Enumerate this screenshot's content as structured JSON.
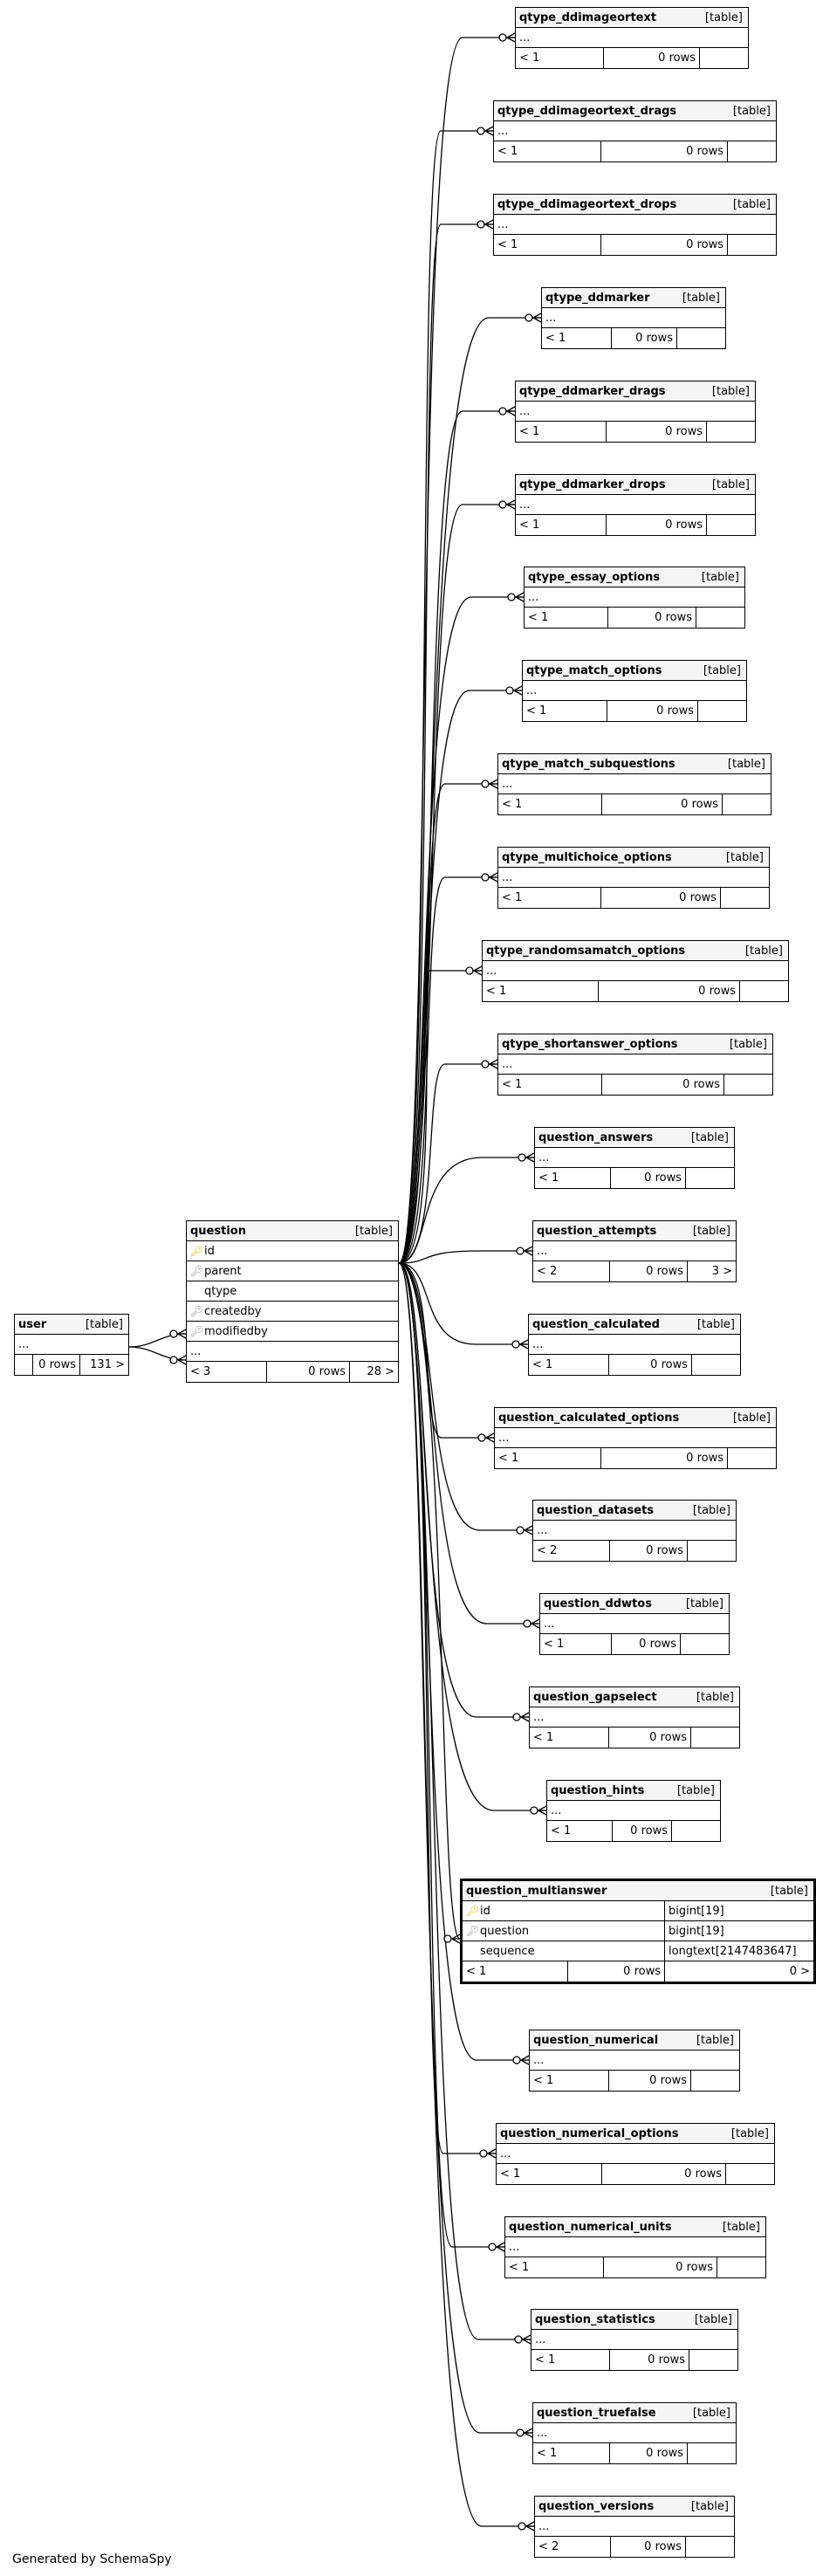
{
  "footer": "Generated by SchemaSpy",
  "type_label": "[table]",
  "ellipsis": "...",
  "user": {
    "name": "user",
    "rows": "0 rows",
    "children": "131 >"
  },
  "question": {
    "name": "question",
    "columns": [
      "id",
      "parent",
      "qtype",
      "createdby",
      "modifiedby"
    ],
    "parents": "< 3",
    "rows": "0 rows",
    "children": "28 >"
  },
  "multianswer": {
    "name": "question_multianswer",
    "columns": [
      {
        "name": "id",
        "type": "bigint[19]"
      },
      {
        "name": "question",
        "type": "bigint[19]"
      },
      {
        "name": "sequence",
        "type": "longtext[2147483647]"
      }
    ],
    "parents": "< 1",
    "rows": "0 rows",
    "children": "0 >"
  },
  "children": [
    {
      "name": "qtype_ddimageortext",
      "parents": "< 1",
      "rows": "0 rows",
      "children": ""
    },
    {
      "name": "qtype_ddimageortext_drags",
      "parents": "< 1",
      "rows": "0 rows",
      "children": ""
    },
    {
      "name": "qtype_ddimageortext_drops",
      "parents": "< 1",
      "rows": "0 rows",
      "children": ""
    },
    {
      "name": "qtype_ddmarker",
      "parents": "< 1",
      "rows": "0 rows",
      "children": ""
    },
    {
      "name": "qtype_ddmarker_drags",
      "parents": "< 1",
      "rows": "0 rows",
      "children": ""
    },
    {
      "name": "qtype_ddmarker_drops",
      "parents": "< 1",
      "rows": "0 rows",
      "children": ""
    },
    {
      "name": "qtype_essay_options",
      "parents": "< 1",
      "rows": "0 rows",
      "children": ""
    },
    {
      "name": "qtype_match_options",
      "parents": "< 1",
      "rows": "0 rows",
      "children": ""
    },
    {
      "name": "qtype_match_subquestions",
      "parents": "< 1",
      "rows": "0 rows",
      "children": ""
    },
    {
      "name": "qtype_multichoice_options",
      "parents": "< 1",
      "rows": "0 rows",
      "children": ""
    },
    {
      "name": "qtype_randomsamatch_options",
      "parents": "< 1",
      "rows": "0 rows",
      "children": ""
    },
    {
      "name": "qtype_shortanswer_options",
      "parents": "< 1",
      "rows": "0 rows",
      "children": ""
    },
    {
      "name": "question_answers",
      "parents": "< 1",
      "rows": "0 rows",
      "children": ""
    },
    {
      "name": "question_attempts",
      "parents": "< 2",
      "rows": "0 rows",
      "children": "3 >"
    },
    {
      "name": "question_calculated",
      "parents": "< 1",
      "rows": "0 rows",
      "children": ""
    },
    {
      "name": "question_calculated_options",
      "parents": "< 1",
      "rows": "0 rows",
      "children": ""
    },
    {
      "name": "question_datasets",
      "parents": "< 2",
      "rows": "0 rows",
      "children": ""
    },
    {
      "name": "question_ddwtos",
      "parents": "< 1",
      "rows": "0 rows",
      "children": ""
    },
    {
      "name": "question_gapselect",
      "parents": "< 1",
      "rows": "0 rows",
      "children": ""
    },
    {
      "name": "question_hints",
      "parents": "< 1",
      "rows": "0 rows",
      "children": ""
    },
    {
      "name": "question_numerical",
      "parents": "< 1",
      "rows": "0 rows",
      "children": ""
    },
    {
      "name": "question_numerical_options",
      "parents": "< 1",
      "rows": "0 rows",
      "children": ""
    },
    {
      "name": "question_numerical_units",
      "parents": "< 1",
      "rows": "0 rows",
      "children": ""
    },
    {
      "name": "question_statistics",
      "parents": "< 1",
      "rows": "0 rows",
      "children": ""
    },
    {
      "name": "question_truefalse",
      "parents": "< 1",
      "rows": "0 rows",
      "children": ""
    },
    {
      "name": "question_versions",
      "parents": "< 2",
      "rows": "0 rows",
      "children": ""
    }
  ]
}
